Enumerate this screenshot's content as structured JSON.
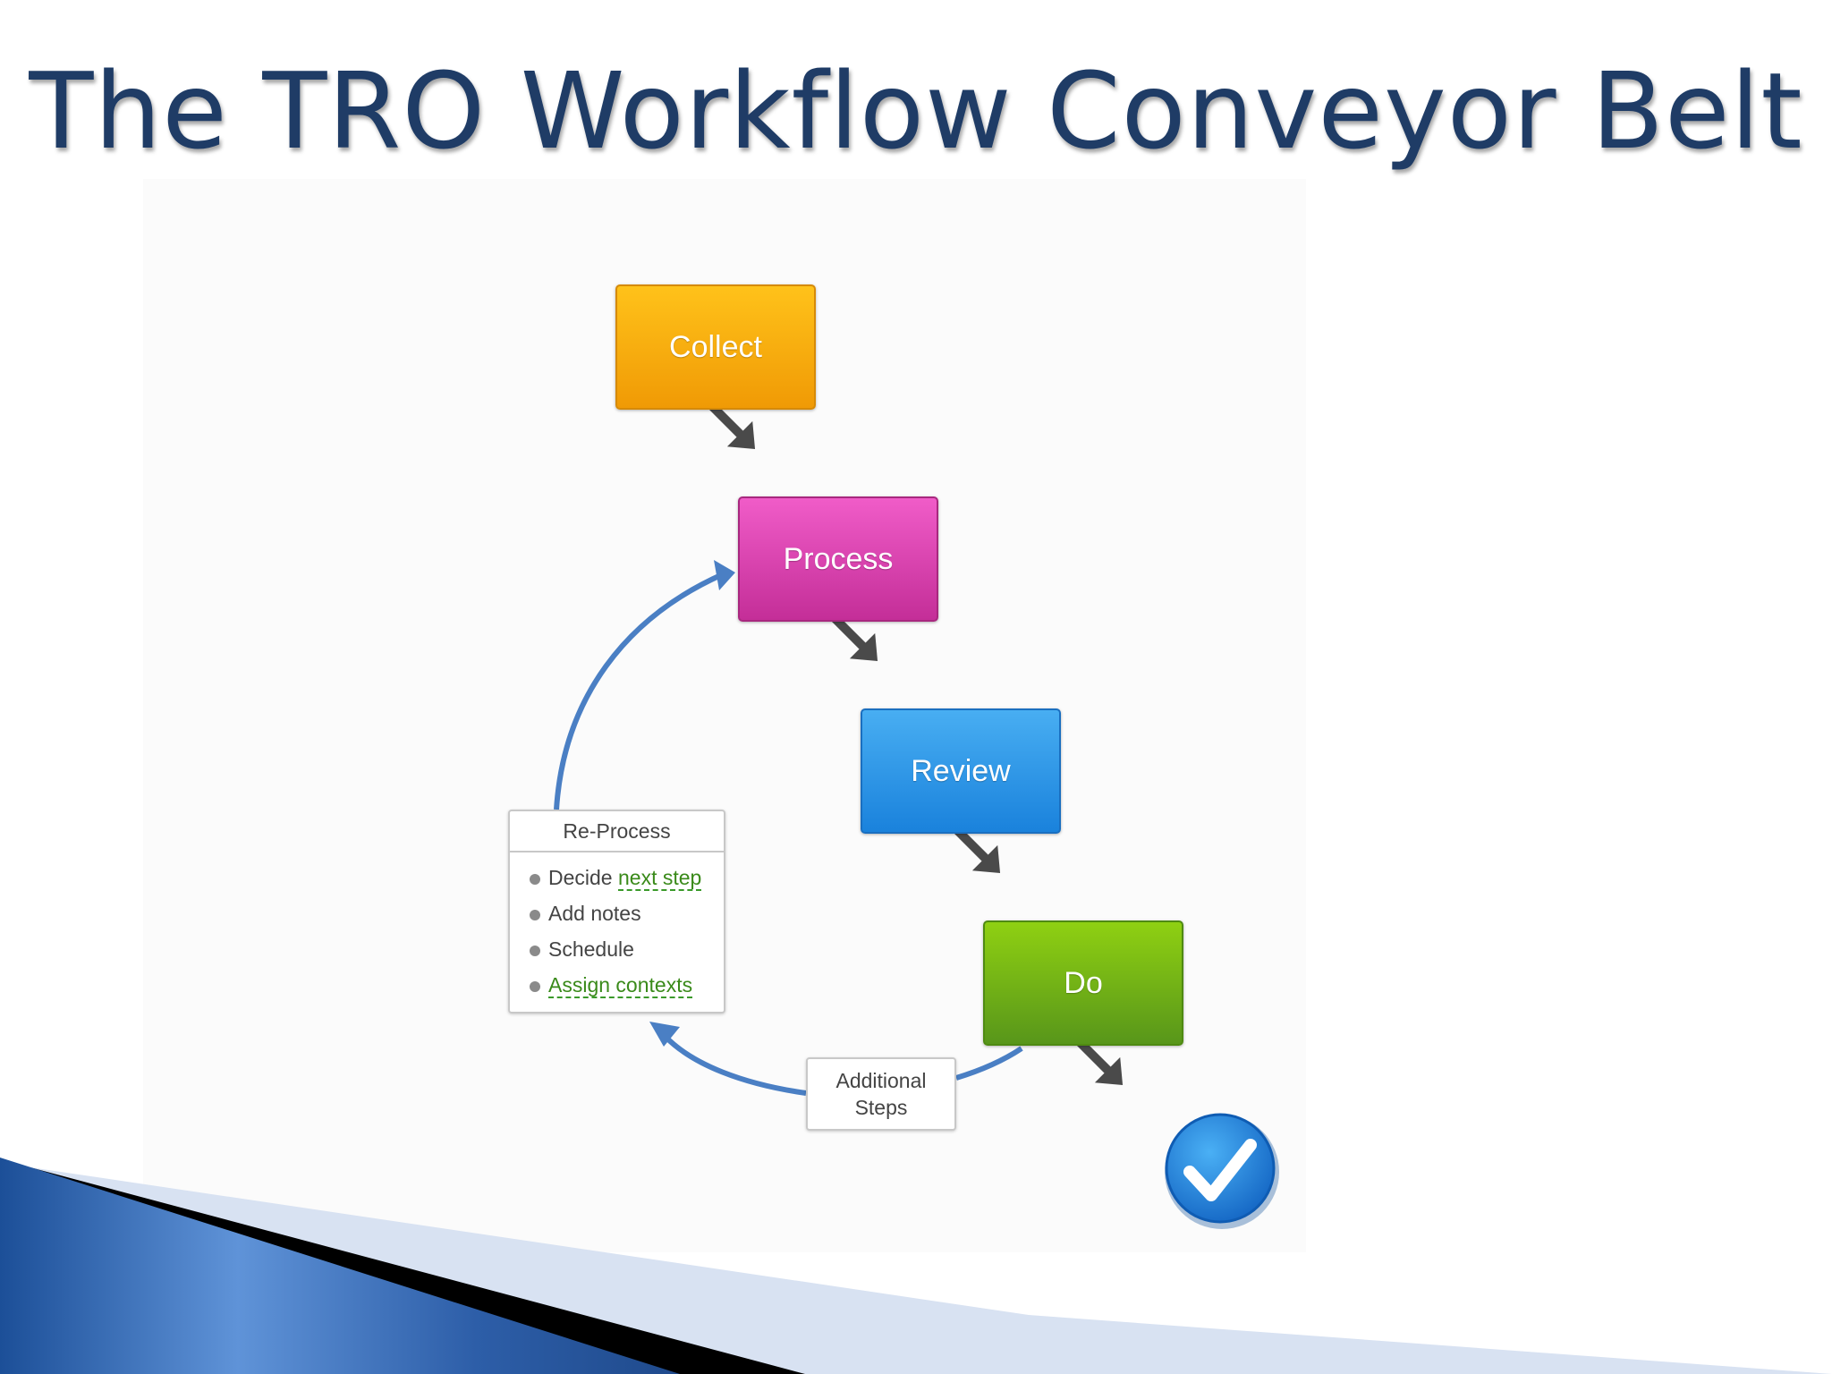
{
  "slide": {
    "title": "The TRO Workflow Conveyor Belt"
  },
  "steps": [
    {
      "label": "Collect",
      "color": "#f5a90d"
    },
    {
      "label": "Process",
      "color": "#db41b0"
    },
    {
      "label": "Review",
      "color": "#2e97e6"
    },
    {
      "label": "Do",
      "color": "#6bb416"
    }
  ],
  "reprocess": {
    "title": "Re-Process",
    "items": [
      {
        "prefix": "Decide ",
        "link": "next step"
      },
      {
        "prefix": "Add notes",
        "link": ""
      },
      {
        "prefix": "Schedule",
        "link": ""
      },
      {
        "prefix": "",
        "link": "Assign contexts"
      }
    ]
  },
  "additional_steps": {
    "line1": "Additional",
    "line2": "Steps"
  },
  "colors": {
    "title": "#1f3c66",
    "flow_arrow": "#4a4a4a",
    "loop_arrow": "#4a7fc4",
    "check": "#1f7fd6",
    "link": "#3a8a1a"
  },
  "icons": {
    "flow_arrow": "arrow-down-right-icon",
    "done": "checkmark-icon"
  }
}
